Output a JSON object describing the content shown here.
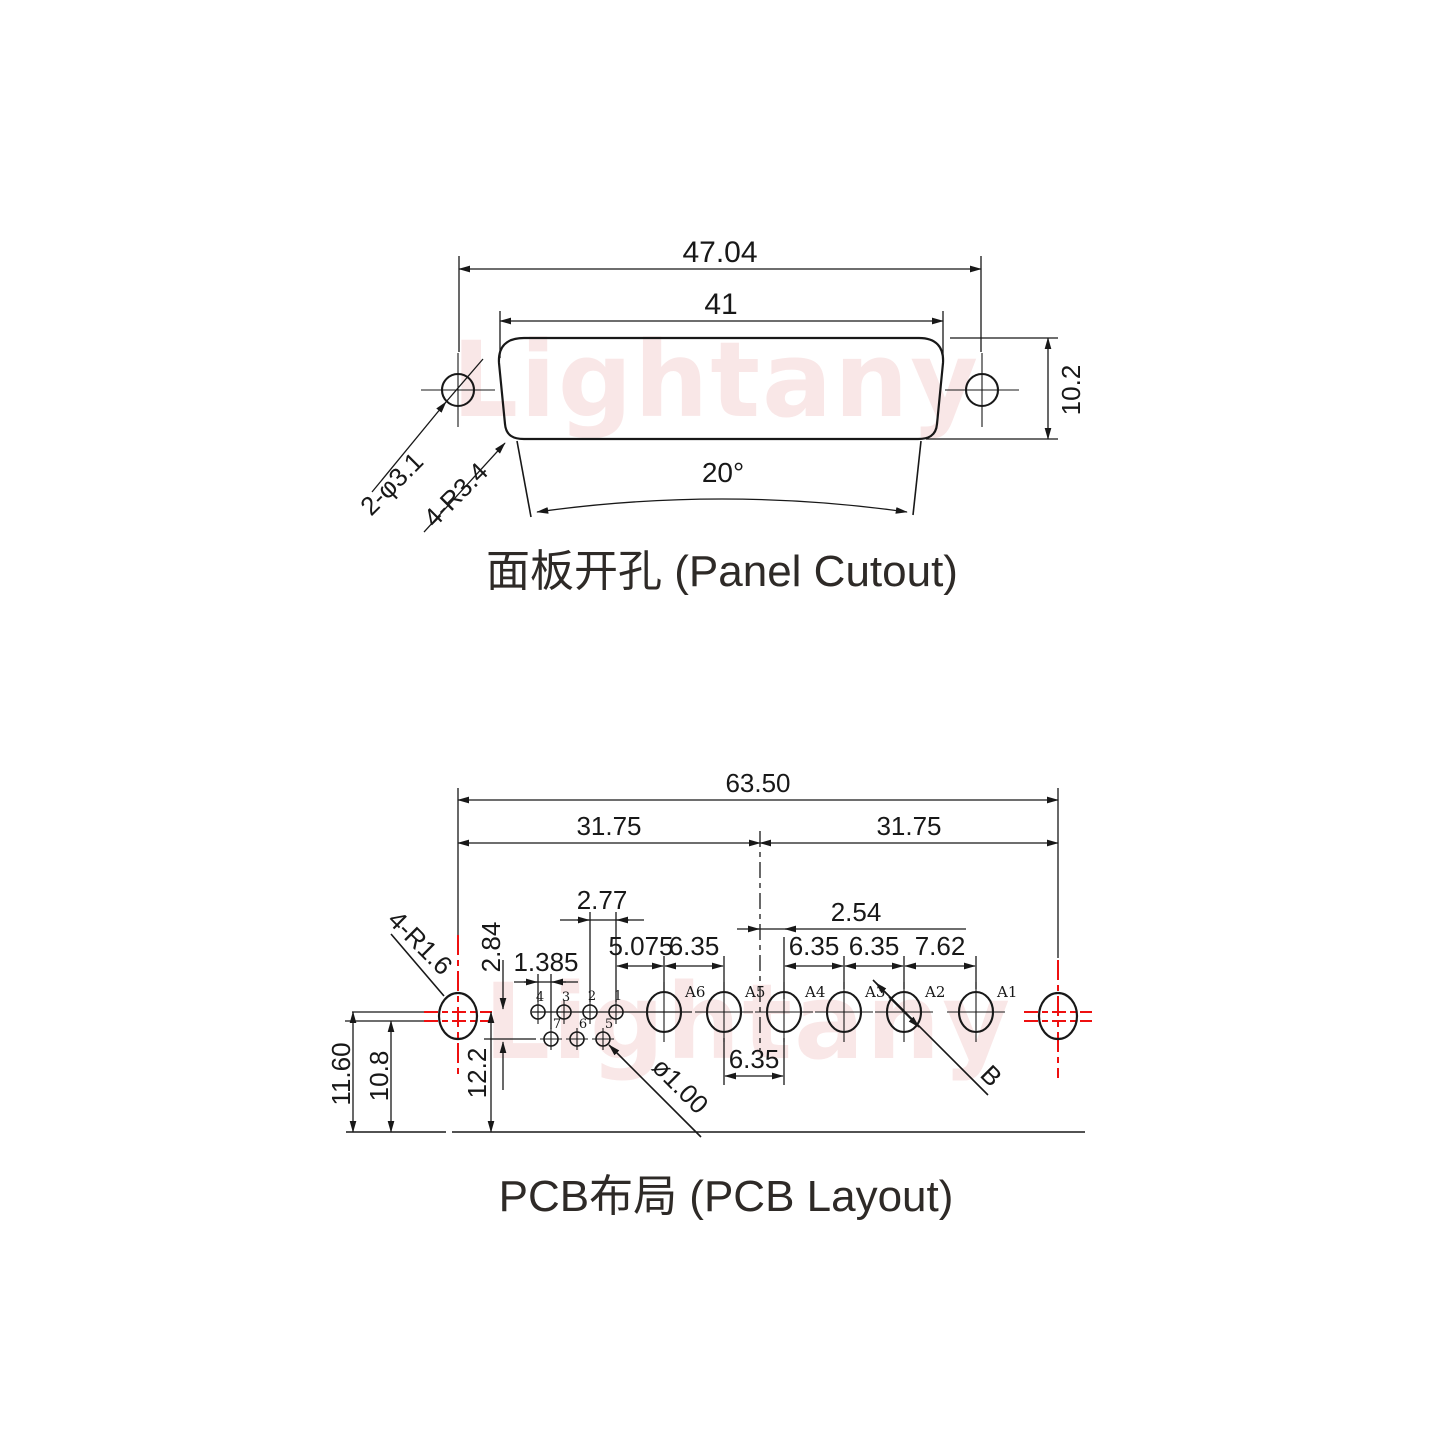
{
  "watermark": "Lightany",
  "colors": {
    "line": "#181818",
    "red": "#ee1010",
    "watermark": "#f9e7e7",
    "title": "#2e2a27"
  },
  "panel": {
    "title": "面板开孔 (Panel Cutout)",
    "dim_total_width": "47.04",
    "dim_opening_width": "41",
    "dim_height": "10.2",
    "dim_angle": "20°",
    "label_screw_holes": "2-φ3.1",
    "label_corner_radius": "4-R3.4"
  },
  "pcb": {
    "title": "PCB布局 (PCB Layout)",
    "dim_hole_span": "63.50",
    "dim_half_left": "31.75",
    "dim_half_right": "31.75",
    "dim_pin_pitch": "2.77",
    "dim_row_offset": "1.385",
    "dim_row_gap": "2.84",
    "dim_center_to_a4": "2.54",
    "dim_pin1_to_a6": "5.075",
    "dim_a6_a5": "6.35",
    "dim_a4_a3": "6.35",
    "dim_a3_a2": "6.35",
    "dim_a2_a1": "7.62",
    "dim_a5_a4": "6.35",
    "dim_edge_to_axis": "12.2",
    "dim_edge_to_hole": "11.60",
    "dim_edge_to_hole_alt": "10.8",
    "label_mount_radius": "4-R1.6",
    "label_pin_dia": "ø1.00",
    "label_section": "B",
    "hole_labels": [
      "A6",
      "A5",
      "A4",
      "A3",
      "A2",
      "A1"
    ],
    "pin_labels_top": [
      "4",
      "3",
      "2",
      "1"
    ],
    "pin_labels_bottom": [
      "7",
      "6",
      "5"
    ]
  }
}
